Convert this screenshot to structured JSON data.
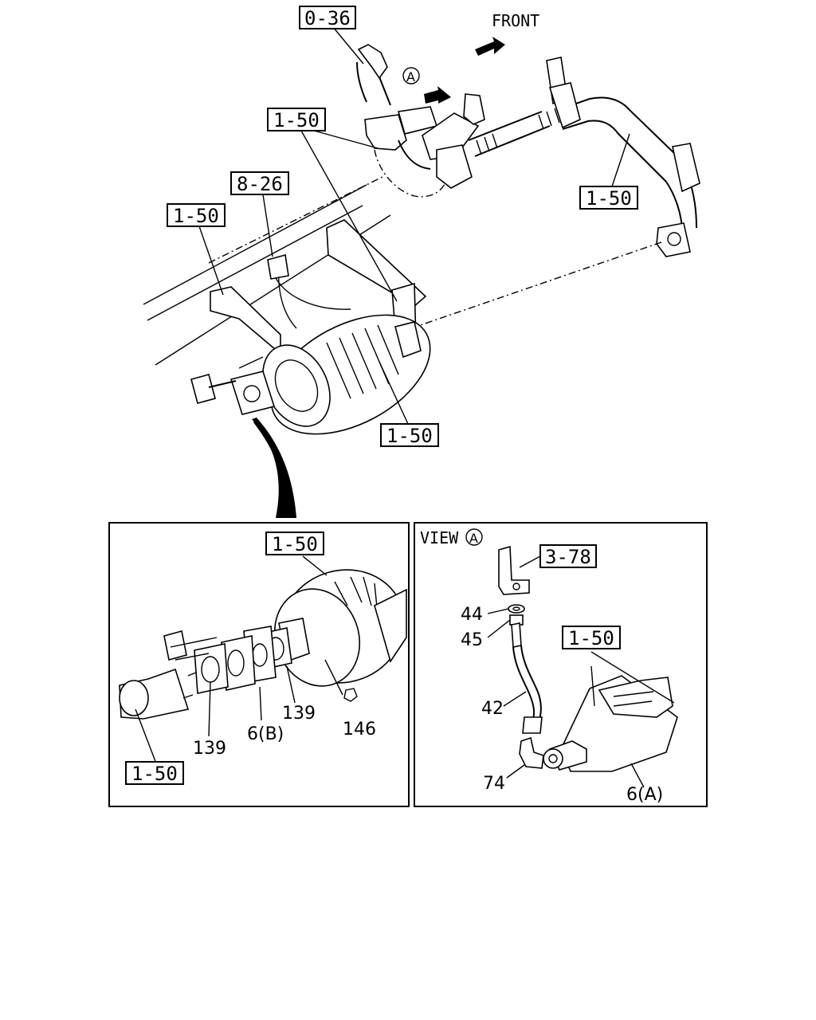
{
  "front_label": "FRONT",
  "view_marker": "A",
  "view_title": "VIEW",
  "refs": {
    "r0_36": "0-36",
    "r1_50_top": "1-50",
    "r8_26": "8-26",
    "r1_50_left": "1-50",
    "r1_50_right": "1-50",
    "r1_50_bottom": "1-50",
    "r1_50_inset_top": "1-50",
    "r1_50_inset_bottom": "1-50",
    "r3_78": "3-78",
    "r1_50_view": "1-50"
  },
  "parts": {
    "p139_a": "139",
    "p6b": "6(B)",
    "p139_b": "139",
    "p146": "146",
    "p44": "44",
    "p45": "45",
    "p42": "42",
    "p74": "74",
    "p6a": "6(A)"
  }
}
